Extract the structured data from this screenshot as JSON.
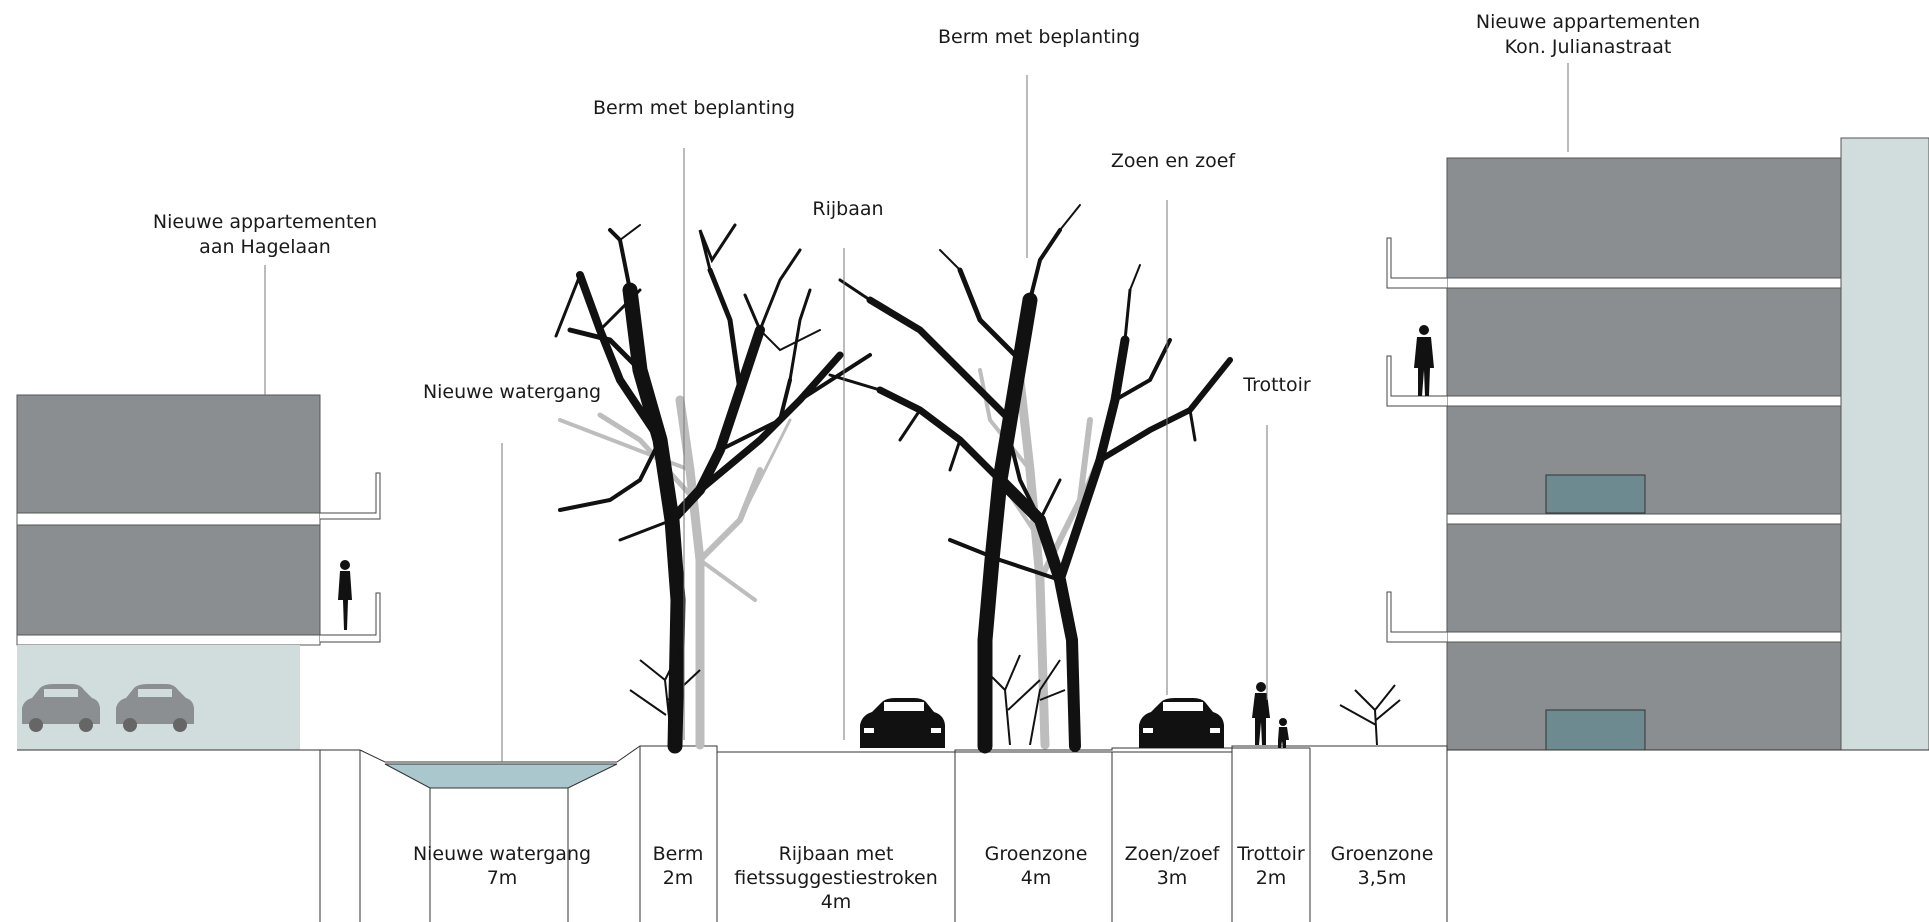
{
  "labels": {
    "hagelaan_line1": "Nieuwe appartementen",
    "hagelaan_line2": "aan Hagelaan",
    "watergang": "Nieuwe watergang",
    "berm_left": "Berm met beplanting",
    "rijbaan": "Rijbaan",
    "berm_right": "Berm met beplanting",
    "zoen": "Zoen en zoef",
    "trottoir": "Trottoir",
    "julianastraat_line1": "Nieuwe appartementen",
    "julianastraat_line2": "Kon. Julianastraat"
  },
  "zones": [
    {
      "name": "Nieuwe watergang",
      "width": "7m",
      "extra": ""
    },
    {
      "name": "Berm",
      "width": "2m",
      "extra": ""
    },
    {
      "name": "Rijbaan met",
      "width": "fietssuggestiestroken",
      "extra": "4m"
    },
    {
      "name": "Groenzone",
      "width": "4m",
      "extra": ""
    },
    {
      "name": "Zoen/zoef",
      "width": "3m",
      "extra": ""
    },
    {
      "name": "Trottoir",
      "width": "2m",
      "extra": ""
    },
    {
      "name": "Groenzone",
      "width": "3,5m",
      "extra": ""
    }
  ],
  "colors": {
    "building": "#8b8e90",
    "podium": "#d1dcdc",
    "water": "#a9c7cc",
    "window": "#6d8a91",
    "tree": "#111111",
    "tree_back": "#bdbdbd",
    "car": "#909396"
  }
}
